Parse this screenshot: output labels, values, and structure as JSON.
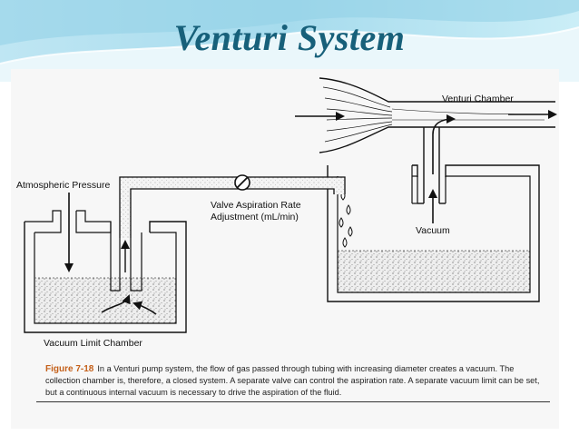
{
  "slide": {
    "title": "Venturi System"
  },
  "diagram": {
    "labels": {
      "venturi_chamber": "Venturi Chamber",
      "atmospheric_pressure": "Atmospheric Pressure",
      "valve_line1": "Valve Aspiration Rate",
      "valve_line2": "Adjustment (mL/min)",
      "vacuum": "Vacuum",
      "vacuum_limit_chamber": "Vacuum Limit Chamber"
    },
    "caption": {
      "figure_label": "Figure 7-18",
      "text": "In a Venturi pump system, the flow of gas passed through tubing with increasing diameter creates a vacuum. The collection chamber is, therefore, a closed system. A separate valve can control the aspiration rate. A separate vacuum limit can be set, but a continuous internal vacuum is necessary to drive the aspiration of the fluid."
    }
  },
  "colors": {
    "title": "#17607a",
    "figure_label": "#c4601a",
    "wave": "#9fd6ea"
  }
}
